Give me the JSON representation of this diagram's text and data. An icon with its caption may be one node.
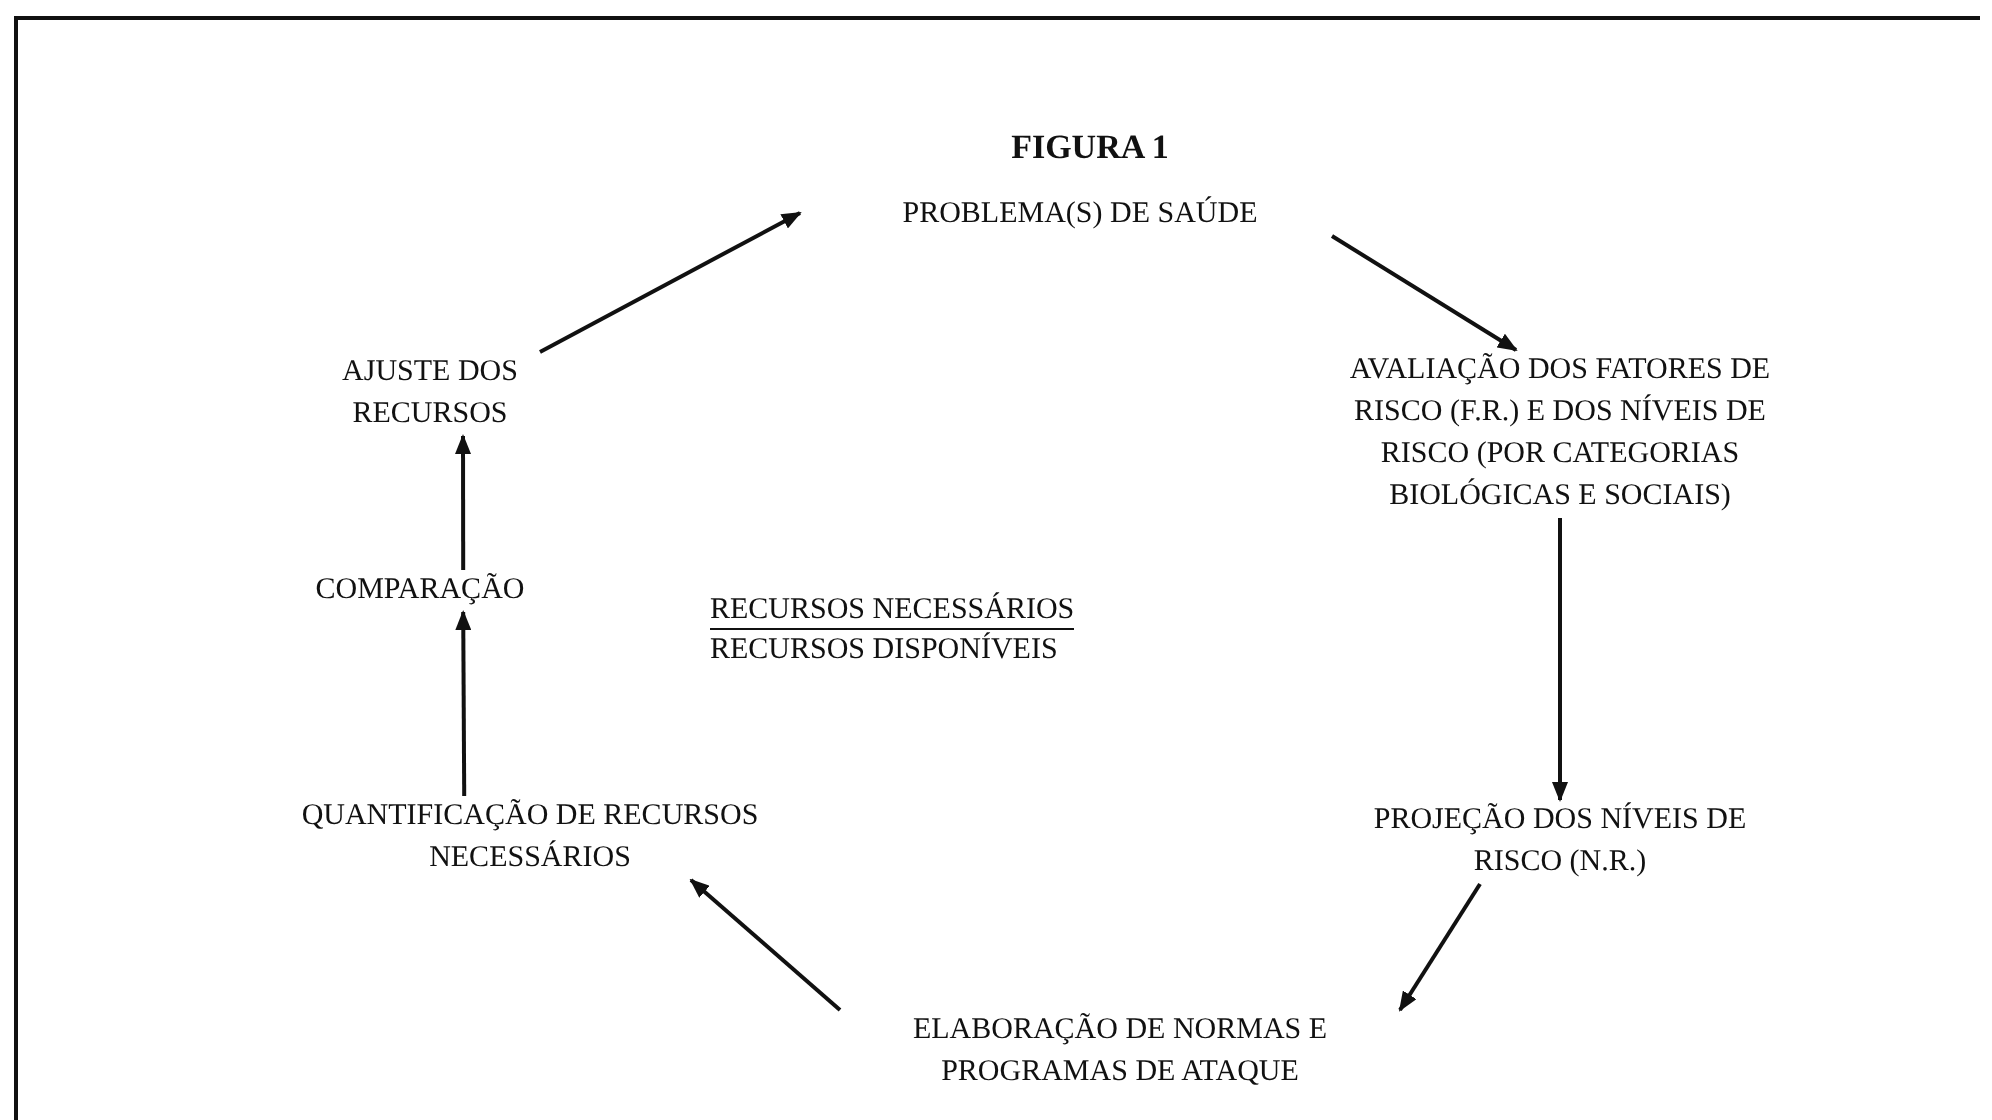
{
  "diagram": {
    "title": "FIGURA 1",
    "nodes": [
      {
        "text": [
          "PROBLEMA(S) DE SAÚDE"
        ]
      },
      {
        "text": [
          "AVALIAÇÃO DOS FATORES DE RISCO (F.R.) E DOS NÍVEIS DE RISCO (POR CATEGORIAS BIOLÓGICAS E SOCIAIS)"
        ]
      },
      {
        "text": [
          "PROJEÇÃO DOS NÍVEIS DE RISCO (N.R.)"
        ]
      },
      {
        "text": [
          "ELABORAÇÃO DE NORMAS E PROGRAMAS DE ATAQUE"
        ]
      },
      {
        "text": [
          "QUANTIFICAÇÃO DE RECURSOS NECESSÁRIOS"
        ]
      },
      {
        "text": [
          "COMPARAÇÃO"
        ]
      },
      {
        "text": [
          "AJUSTE DOS RECURSOS"
        ]
      }
    ],
    "edges": [
      {
        "from": 6,
        "to": 0,
        "arrow": "to"
      },
      {
        "from": 0,
        "to": 1,
        "arrow": "to"
      },
      {
        "from": 1,
        "to": 2,
        "arrow": "to"
      },
      {
        "from": 2,
        "to": 3,
        "arrow": "to"
      },
      {
        "from": 3,
        "to": 4,
        "arrow": "to"
      },
      {
        "from": 4,
        "to": 5,
        "arrow": "to"
      },
      {
        "from": 5,
        "to": 6,
        "arrow": "to"
      }
    ],
    "labels": [
      "RECURSOS NECESSÁRIOS",
      "RECURSOS DISPONÍVEIS"
    ]
  }
}
